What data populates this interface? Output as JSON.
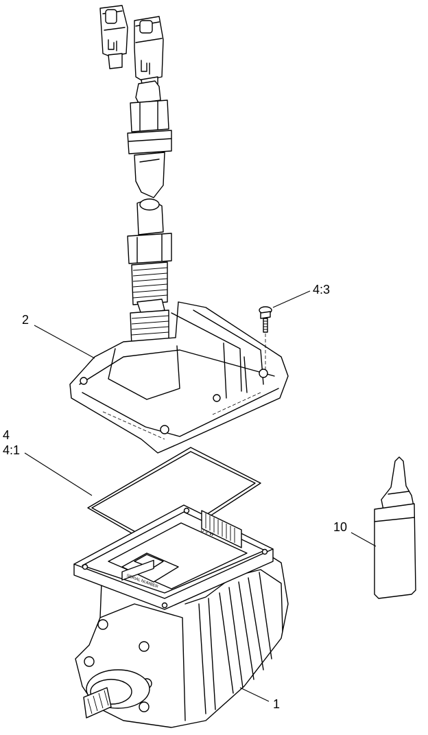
{
  "callouts": {
    "part_1": "1",
    "part_2": "2",
    "part_4": "4",
    "part_4_1": "4:1",
    "part_4_3": "4:3",
    "part_10": "10"
  },
  "labels": {
    "serial_plate": "SERIAL NUMBER",
    "terminal_marks": "U V W"
  }
}
